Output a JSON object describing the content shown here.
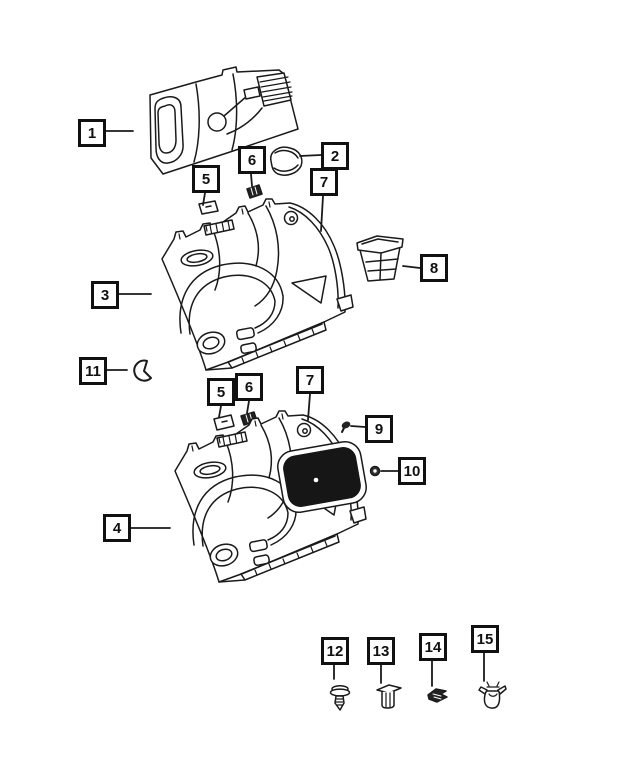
{
  "diagram": {
    "background": "#ffffff",
    "line_color": "#1a1a1a",
    "callout_border_color": "#111111",
    "callout_text_color": "#111111",
    "speaker_opening_color": "#161616",
    "callouts": [
      {
        "id": "1",
        "icon": "upper-quarter-trim-panel-sketch"
      },
      {
        "id": "5",
        "icon": "adhesive-pad-sketch"
      },
      {
        "id": "6",
        "icon": "retainer-clip-sketch"
      },
      {
        "id": "2",
        "icon": "curved-cover-sketch"
      },
      {
        "id": "7",
        "icon": "quarter-trim-panel-edge"
      },
      {
        "id": "3",
        "icon": "quarter-trim-panel-sketch"
      },
      {
        "id": "8",
        "icon": "storage-bin-sketch"
      },
      {
        "id": "11",
        "icon": "c-clip-sketch"
      },
      {
        "id": "5",
        "icon": "adhesive-pad-sketch"
      },
      {
        "id": "6",
        "icon": "retainer-clip-sketch"
      },
      {
        "id": "7",
        "icon": "quarter-trim-panel-edge"
      },
      {
        "id": "9",
        "icon": "pin-fastener-sketch"
      },
      {
        "id": "10",
        "icon": "round-nut-sketch"
      },
      {
        "id": "4",
        "icon": "quarter-trim-panel-speaker-sketch"
      },
      {
        "id": "12",
        "icon": "pushpin-rivet-sketch"
      },
      {
        "id": "13",
        "icon": "grommet-fastener-sketch"
      },
      {
        "id": "14",
        "icon": "spring-clip-sketch"
      },
      {
        "id": "15",
        "icon": "winged-clip-sketch"
      }
    ]
  }
}
